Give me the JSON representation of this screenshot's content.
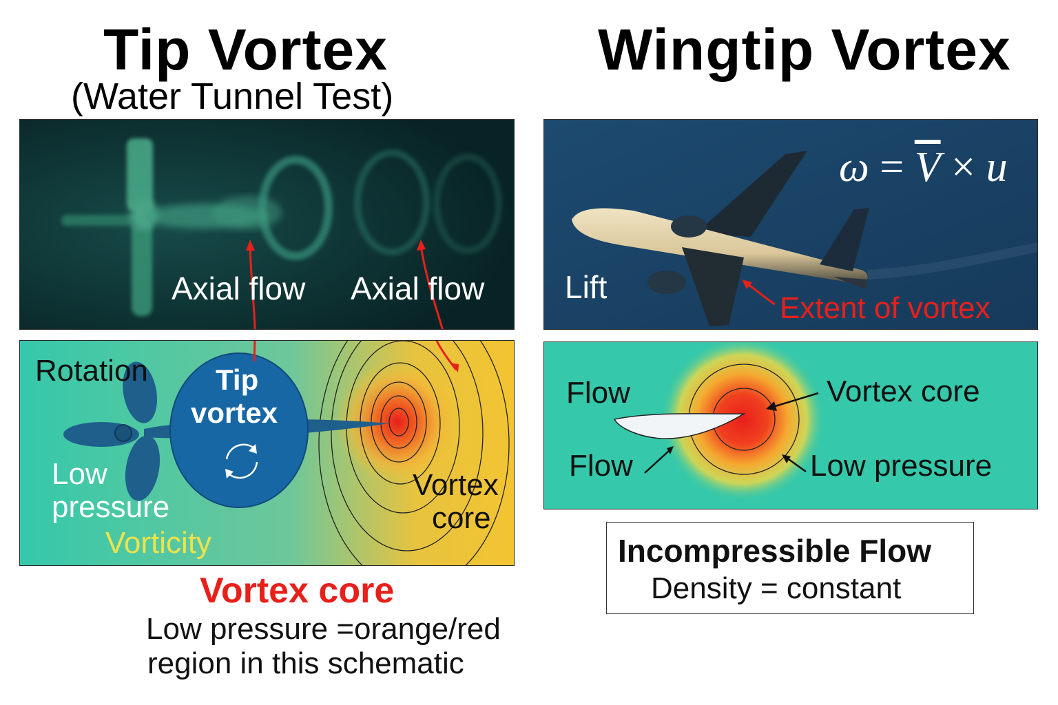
{
  "left": {
    "title": "Tip Vortex",
    "subtitle": "(Water Tunnel Test)",
    "photo": {
      "labels": {
        "axial_flow_1": "Axial flow",
        "axial_flow_2": "Axial flow"
      }
    },
    "schematic": {
      "labels": {
        "rotation": "Rotation",
        "tip_vortex_line1": "Tip",
        "tip_vortex_line2": "vortex",
        "low_pressure_line1": "Low",
        "low_pressure_line2": "pressure",
        "vorticity": "Vorticity",
        "vortex_core_line1": "Vortex",
        "vortex_core_line2": "core"
      }
    },
    "caption": {
      "heading": "Vortex core",
      "line1": "Low pressure =orange/red",
      "line2": "region in this schematic"
    }
  },
  "right": {
    "title": "Wingtip Vortex",
    "photo": {
      "equation": {
        "lhs": "ω",
        "eq": " = ",
        "v": "V",
        "times": " × ",
        "u": "u"
      },
      "labels": {
        "lift": "Lift",
        "extent": "Extent of vortex"
      }
    },
    "schematic": {
      "labels": {
        "flow_top": "Flow",
        "flow_bottom": "Flow",
        "vortex_core": "Vortex core",
        "low_pressure": "Low pressure"
      }
    },
    "box": {
      "heading": "Incompressible Flow",
      "line": "Density = constant"
    }
  },
  "colors": {
    "teal": "#35c8aa",
    "yellow": "#f2c431",
    "core_red": "#e8201b",
    "navy_photo": "#1c4468",
    "dark_photo": "#0a2b2d",
    "propeller": "#1e5f8c",
    "tip_bubble": "#1767a4",
    "caption_red": "#e8201b",
    "vorticity_yellow": "#f0e24a"
  }
}
